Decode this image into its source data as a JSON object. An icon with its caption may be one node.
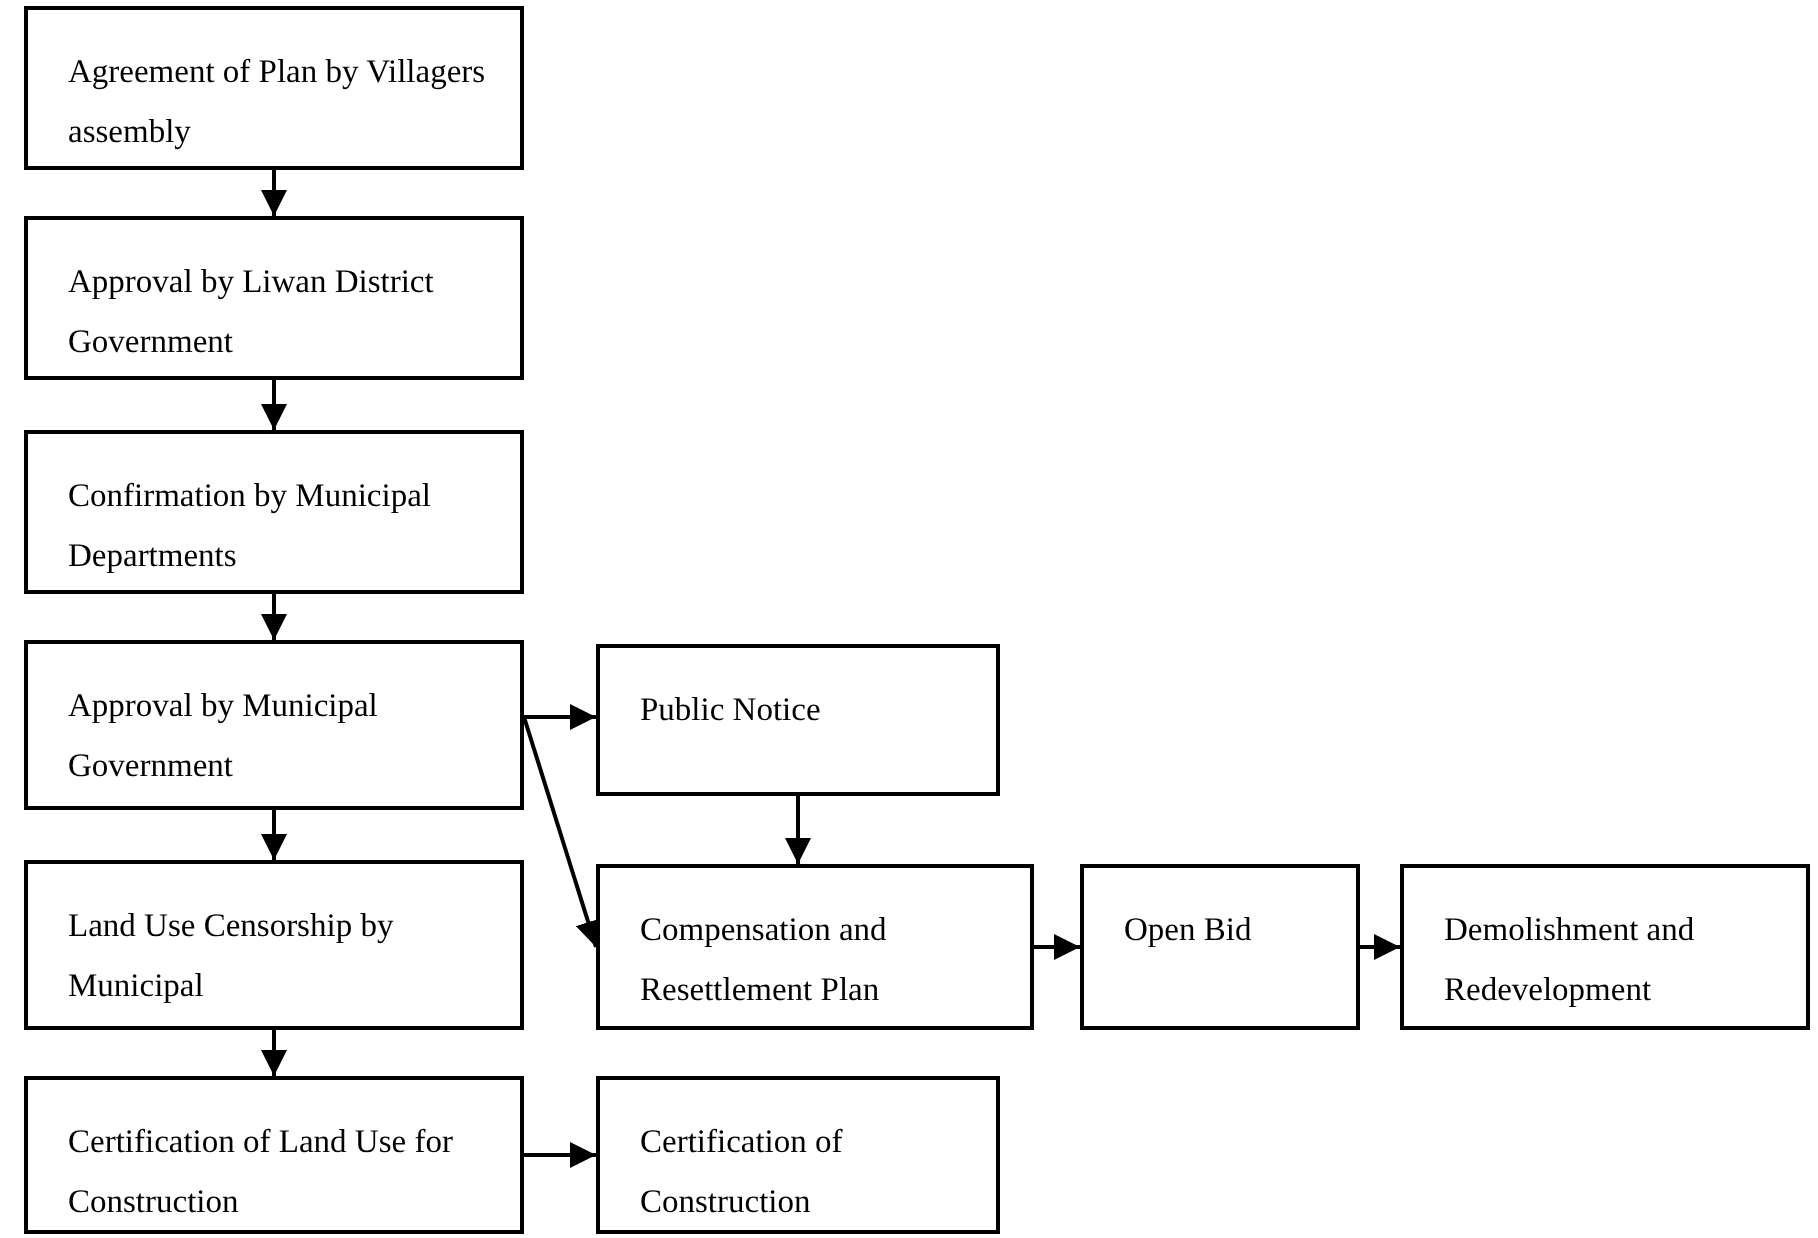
{
  "diagram": {
    "nodes": [
      {
        "text": [
          "Agreement of Plan by Villagers assembly"
        ]
      },
      {
        "text": [
          "Approval by Liwan District Government"
        ]
      },
      {
        "text": [
          "Confirmation by Municipal Departments"
        ]
      },
      {
        "text": [
          "Approval by Municipal Government"
        ]
      },
      {
        "text": [
          "Land Use Censorship by Municipal"
        ]
      },
      {
        "text": [
          "Certification of Land Use for Construction"
        ]
      },
      {
        "text": [
          "Public Notice"
        ]
      },
      {
        "text": [
          "Compensation and Resettlement Plan"
        ]
      },
      {
        "text": [
          "Open Bid"
        ]
      },
      {
        "text": [
          "Demolishment and Redevelopment"
        ]
      },
      {
        "text": [
          "Certification of Construction"
        ]
      }
    ],
    "edges": [
      {
        "from": 0,
        "to": 1,
        "arrow": "to"
      },
      {
        "from": 1,
        "to": 2,
        "arrow": "to"
      },
      {
        "from": 2,
        "to": 3,
        "arrow": "to"
      },
      {
        "from": 3,
        "to": 4,
        "arrow": "to"
      },
      {
        "from": 4,
        "to": 5,
        "arrow": "to"
      },
      {
        "from": 3,
        "to": 6,
        "arrow": "to"
      },
      {
        "from": 3,
        "to": 7,
        "arrow": "to"
      },
      {
        "from": 6,
        "to": 7,
        "arrow": "to"
      },
      {
        "from": 7,
        "to": 8,
        "arrow": "to"
      },
      {
        "from": 8,
        "to": 9,
        "arrow": "to"
      },
      {
        "from": 5,
        "to": 10,
        "arrow": "to"
      }
    ]
  }
}
